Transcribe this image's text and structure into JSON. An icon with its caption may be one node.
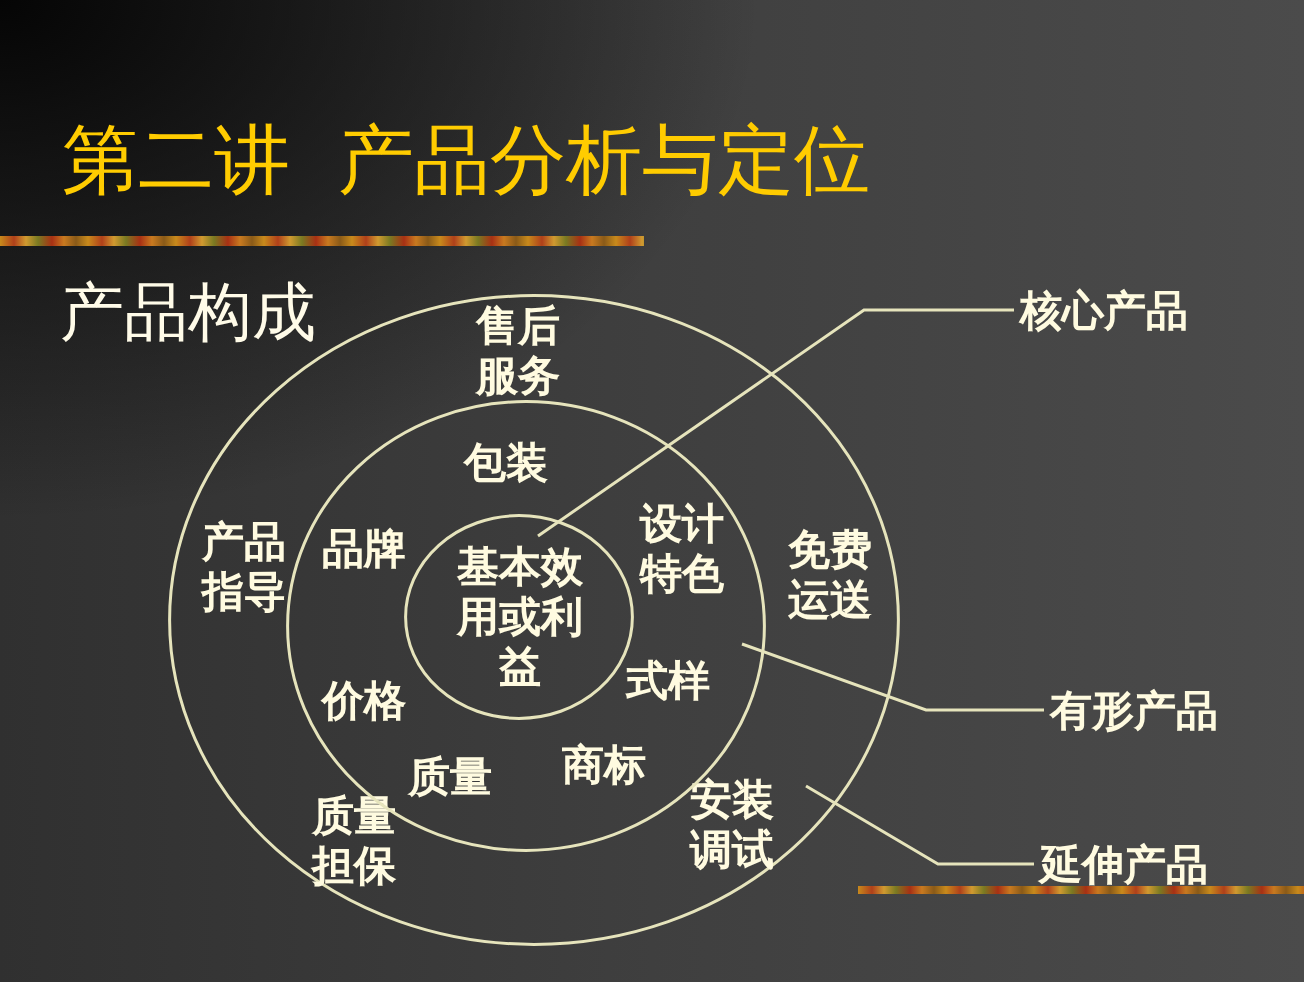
{
  "diagram": {
    "title": "第二讲  产品分析与定位",
    "nodes": [
      {
        "text": [
          "售后服务",
          "产品指导",
          "免费运送",
          "质量担保",
          "安装调试"
        ]
      },
      {
        "text": [
          "包装",
          "品牌",
          "设计特色",
          "价格",
          "式样",
          "质量",
          "商标"
        ],
        "in": 0
      },
      {
        "text": [
          "基本效用或利益"
        ],
        "in": 1
      },
      {
        "text": [
          "核心产品"
        ]
      },
      {
        "text": [
          "有形产品"
        ]
      },
      {
        "text": [
          "延伸产品"
        ]
      }
    ],
    "edges": [
      {
        "from": 3,
        "to": 2,
        "arrow": "none"
      },
      {
        "from": 4,
        "to": 1,
        "arrow": "none"
      },
      {
        "from": 5,
        "to": 0,
        "arrow": "none"
      }
    ],
    "labels": [
      "产品构成"
    ]
  }
}
